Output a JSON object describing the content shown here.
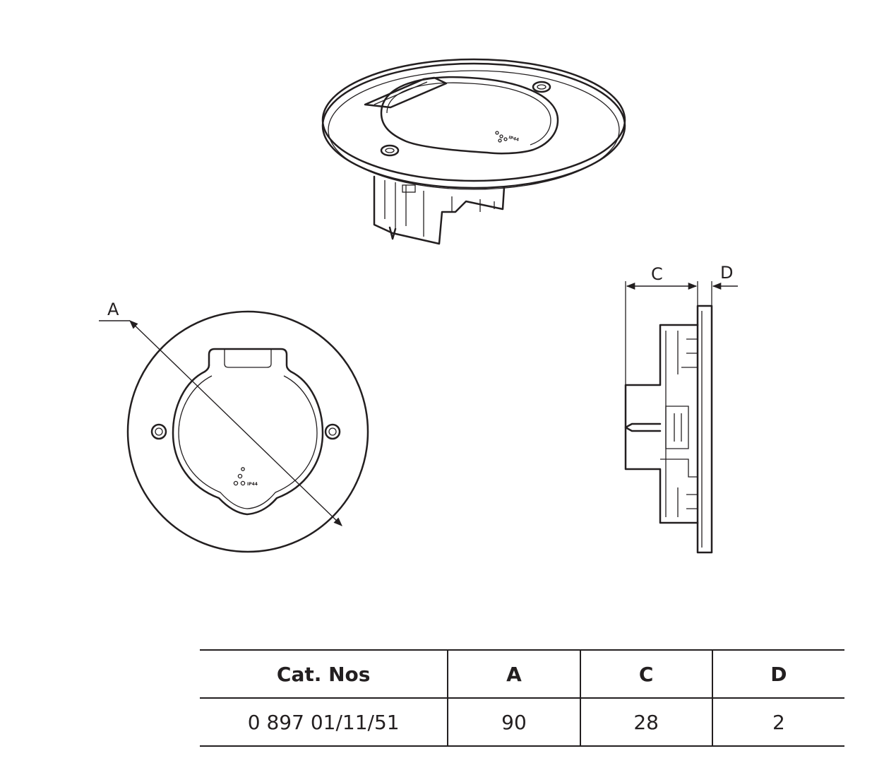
{
  "drawing": {
    "dimension_labels": {
      "a": "A",
      "c": "C",
      "d": "D"
    },
    "rating_marking": "IP44"
  },
  "table": {
    "headers": [
      "Cat. Nos",
      "A",
      "C",
      "D"
    ],
    "rows": [
      [
        "0 897 01/11/51",
        "90",
        "28",
        "2"
      ]
    ]
  }
}
